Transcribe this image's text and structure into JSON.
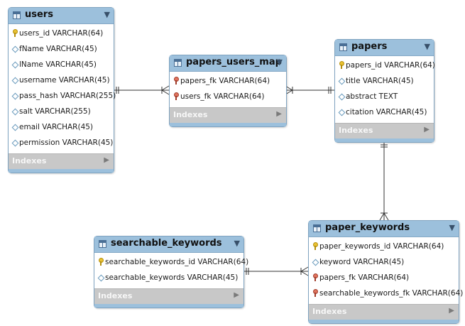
{
  "diagram": {
    "tables": [
      {
        "name": "users",
        "columns": [
          {
            "icon": "primary-key-icon",
            "text": "users_id VARCHAR(64)"
          },
          {
            "icon": "column-icon",
            "text": "fName VARCHAR(45)"
          },
          {
            "icon": "column-icon",
            "text": "lName VARCHAR(45)"
          },
          {
            "icon": "column-icon",
            "text": "username VARCHAR(45)"
          },
          {
            "icon": "column-icon",
            "text": "pass_hash VARCHAR(255)"
          },
          {
            "icon": "column-icon",
            "text": "salt VARCHAR(255)"
          },
          {
            "icon": "column-icon",
            "text": "email VARCHAR(45)"
          },
          {
            "icon": "column-icon",
            "text": "permission VARCHAR(45)"
          }
        ],
        "footer": "Indexes"
      },
      {
        "name": "papers_users_map",
        "columns": [
          {
            "icon": "foreign-key-icon",
            "text": "papers_fk VARCHAR(64)"
          },
          {
            "icon": "foreign-key-icon",
            "text": "users_fk VARCHAR(64)"
          }
        ],
        "footer": "Indexes"
      },
      {
        "name": "papers",
        "columns": [
          {
            "icon": "primary-key-icon",
            "text": "papers_id VARCHAR(64)"
          },
          {
            "icon": "column-icon",
            "text": "title VARCHAR(45)"
          },
          {
            "icon": "column-icon",
            "text": "abstract TEXT"
          },
          {
            "icon": "column-icon",
            "text": "citation VARCHAR(45)"
          }
        ],
        "footer": "Indexes"
      },
      {
        "name": "searchable_keywords",
        "columns": [
          {
            "icon": "primary-key-icon",
            "text": "searchable_keywords_id VARCHAR(64)"
          },
          {
            "icon": "column-icon",
            "text": "searchable_keywords VARCHAR(45)"
          }
        ],
        "footer": "Indexes"
      },
      {
        "name": "paper_keywords",
        "columns": [
          {
            "icon": "primary-key-icon",
            "text": "paper_keywords_id VARCHAR(64)"
          },
          {
            "icon": "column-icon",
            "text": "keyword VARCHAR(45)"
          },
          {
            "icon": "foreign-key-icon",
            "text": "papers_fk VARCHAR(64)"
          },
          {
            "icon": "foreign-key-icon",
            "text": "searchable_keywords_fk VARCHAR(64)"
          }
        ],
        "footer": "Indexes"
      }
    ],
    "relationships": [
      {
        "from": "users",
        "to": "papers_users_map",
        "from_end": "one",
        "to_end": "many"
      },
      {
        "from": "papers",
        "to": "papers_users_map",
        "from_end": "one",
        "to_end": "many"
      },
      {
        "from": "papers",
        "to": "paper_keywords",
        "from_end": "one",
        "to_end": "many"
      },
      {
        "from": "searchable_keywords",
        "to": "paper_keywords",
        "from_end": "one",
        "to_end": "many"
      }
    ],
    "colors": {
      "header": "#9cc0dc",
      "footer": "#c8c8c8",
      "border": "#7fa3c0",
      "primary_key": "#e9c232",
      "foreign_key": "#e0745f",
      "line": "#333333"
    }
  }
}
